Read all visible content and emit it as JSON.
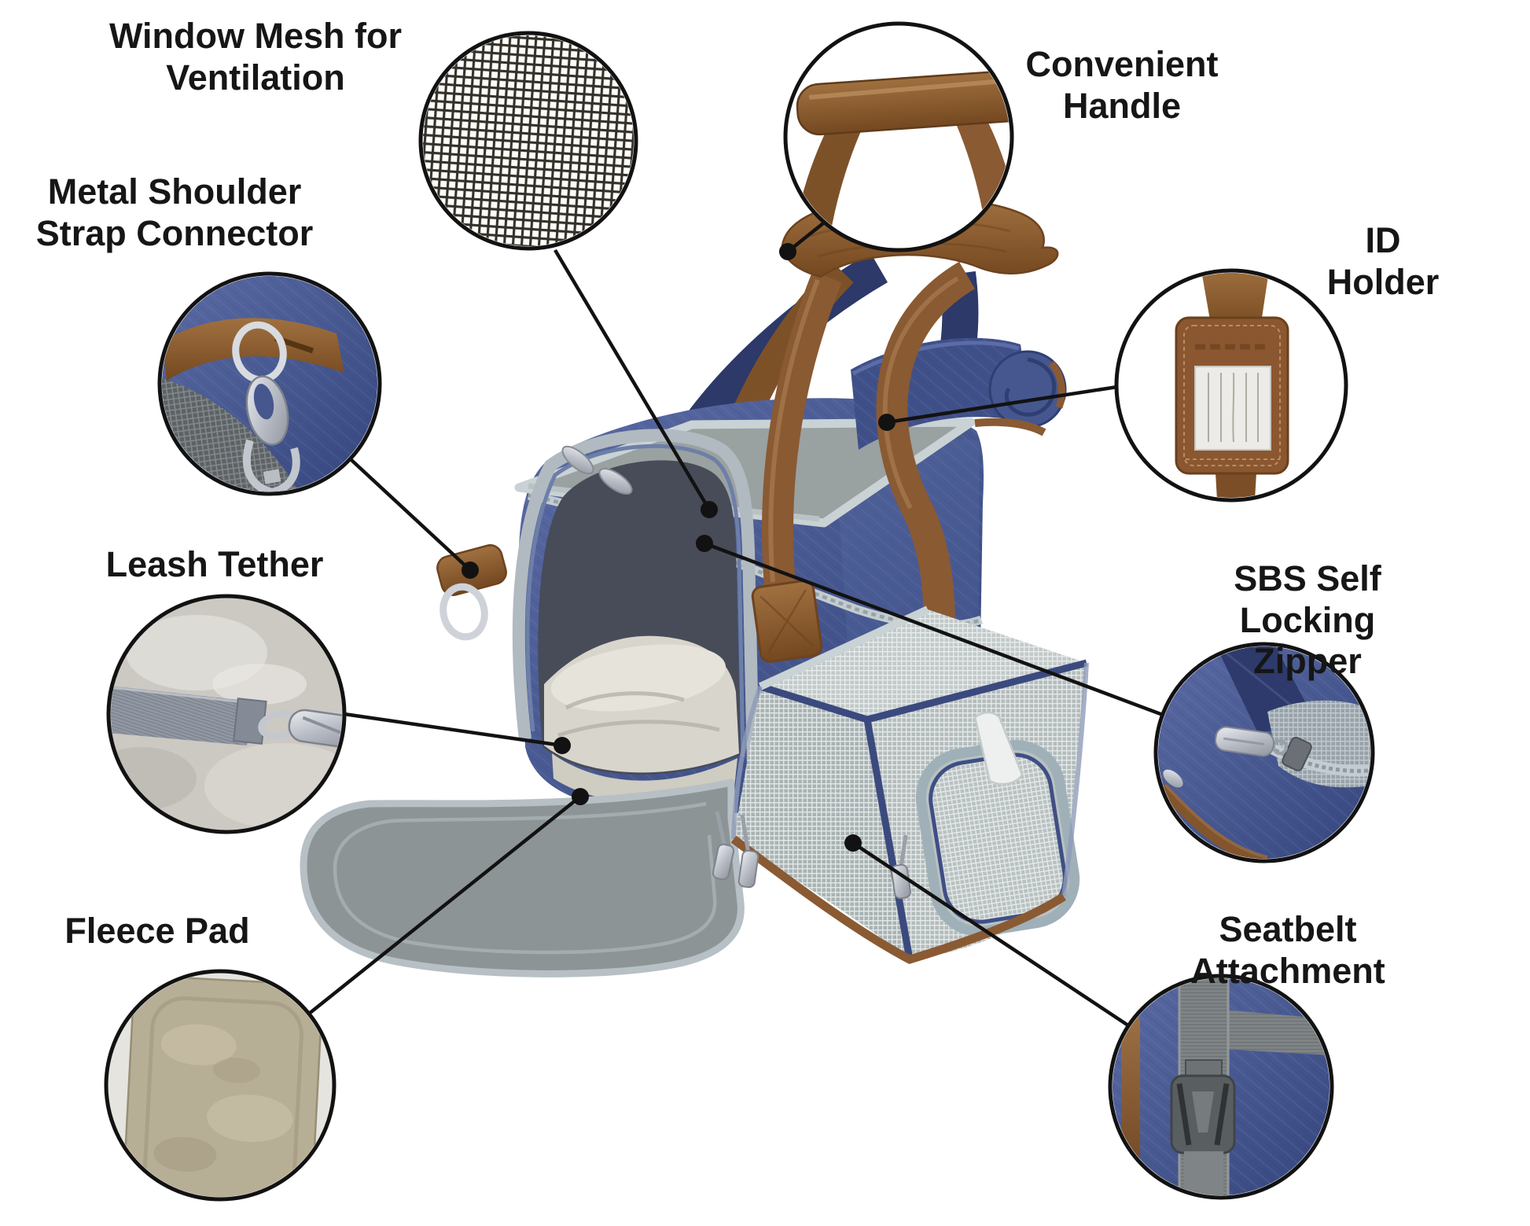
{
  "figure": {
    "type": "product-feature-diagram"
  },
  "callouts": [
    {
      "id": "window-mesh",
      "label": "Window Mesh for\nVentilation"
    },
    {
      "id": "metal-shoulder-strap",
      "label": "Metal Shoulder\nStrap Connector"
    },
    {
      "id": "leash-tether",
      "label": "Leash Tether"
    },
    {
      "id": "fleece-pad",
      "label": "Fleece Pad"
    },
    {
      "id": "convenient-handle",
      "label": "Convenient\nHandle"
    },
    {
      "id": "id-holder",
      "label": "ID Holder"
    },
    {
      "id": "sbs-zipper",
      "label": "SBS Self Locking Zipper"
    },
    {
      "id": "seatbelt-attachment",
      "label": "Seatbelt Attachment"
    }
  ],
  "colors": {
    "background": "#ffffff",
    "label_text": "#161616",
    "callout_line": "#121212",
    "denim_blue": "#46578f",
    "denim_dark": "#34447c",
    "navy_strap": "#2c3969",
    "leather_brown": "#8a5a33",
    "leather_dark": "#6e431f",
    "panel_gray": "#9aa1a1",
    "flap_gray": "#8d9496",
    "mesh_gray": "#b4bcbc",
    "binding_gray": "#c3ccce",
    "fleece_light": "#d8d5cc",
    "fleece_tan": "#b7ae96",
    "metal_silver": "#c9ccd3"
  }
}
